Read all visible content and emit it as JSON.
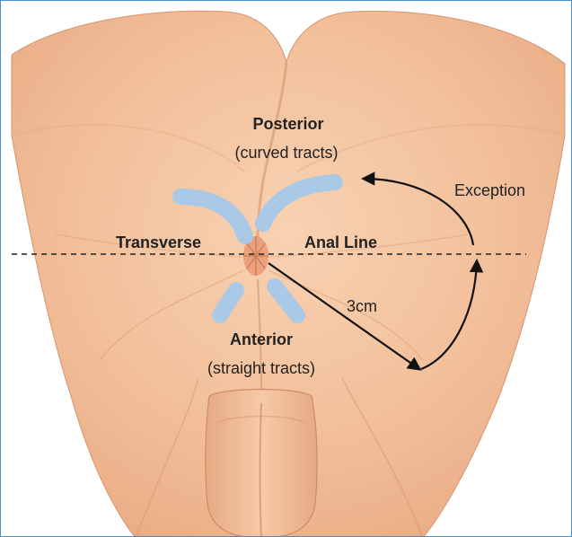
{
  "labels": {
    "posterior": "Posterior",
    "posterior_sub": "(curved tracts)",
    "anterior": "Anterior",
    "anterior_sub": "(straight tracts)",
    "transverse": "Transverse",
    "anal_line": "Anal Line",
    "exception": "Exception",
    "distance": "3cm"
  },
  "colors": {
    "skin": "#f3c29e",
    "skin_shade": "#e0a07c",
    "tract": "#a9c9e6",
    "frame_border": "#4a8fd0"
  }
}
